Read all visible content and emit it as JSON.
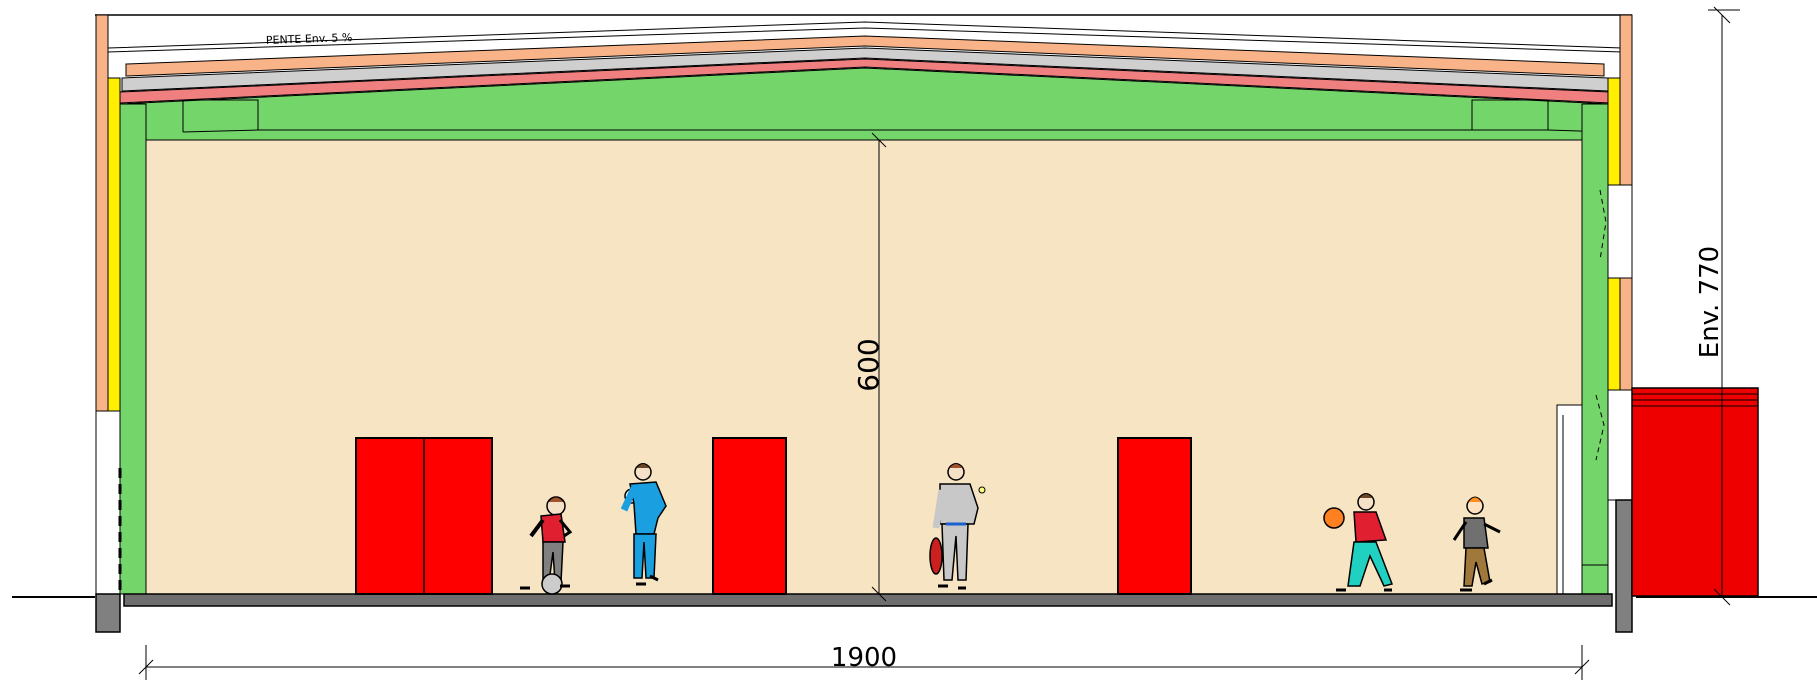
{
  "drawing": {
    "roof_slope_label": "PENTE Env. 5 %",
    "interior_height_label": "600",
    "overall_height_label": "Env. 770",
    "width_label": "1900"
  },
  "colors": {
    "hall_interior": "#f7e4c2",
    "structure": "#74d56a",
    "doors": "#ff0000",
    "annex": "#ee0000",
    "roof_tiles": "#f8b488",
    "roof_grey": "#cfcfcf",
    "roof_pink": "#f08080",
    "insulation": "#ffee00",
    "cladding": "#f8b488",
    "floor": "#6e6e6e"
  },
  "figures": [
    {
      "name": "child-with-football",
      "shirt": "#e02030",
      "pants": "#808080",
      "ball": "#cccccc"
    },
    {
      "name": "adult-juggling-ball",
      "shirt": "#1a9fe0",
      "pants": "#1a9fe0",
      "ball": "#ffffff"
    },
    {
      "name": "adult-with-racket",
      "shirt": "#c8c8c8",
      "pants": "#c8c8c8",
      "ball": "#ffff80"
    },
    {
      "name": "child-with-basketball",
      "shirt": "#e02030",
      "pants": "#20d0c0",
      "ball": "#ff8020"
    },
    {
      "name": "child-running",
      "shirt": "#707070",
      "pants": "#a0783c",
      "ball": ""
    }
  ]
}
